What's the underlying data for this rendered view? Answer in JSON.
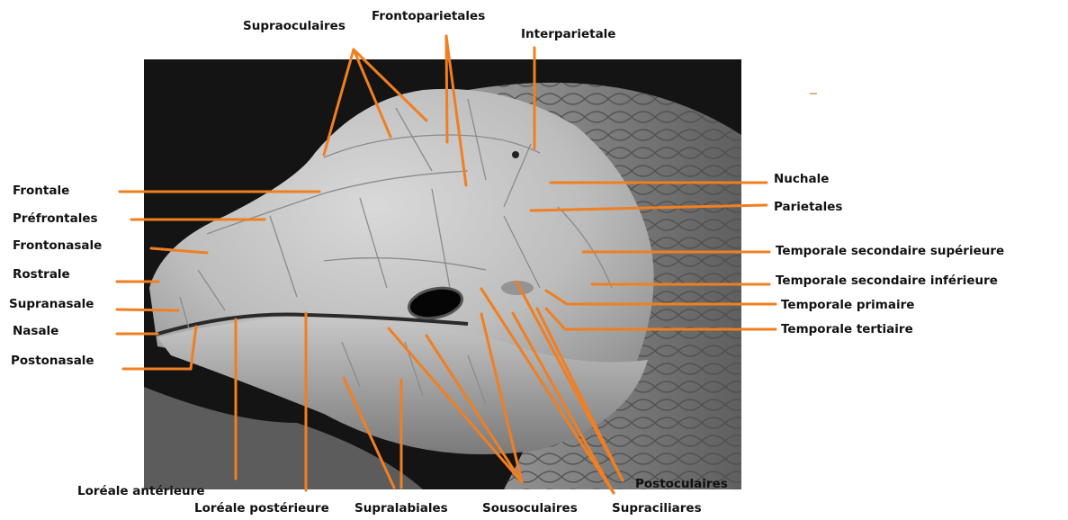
{
  "colors": {
    "leader": "#F07F22",
    "text": "#111111",
    "photo_bg": "#111111"
  },
  "labels": {
    "supraoculaires": "Supraoculaires",
    "frontoparietales": "Frontoparietales",
    "interparietale": "Interparietale",
    "frontale": "Frontale",
    "prefrontales": "Préfrontales",
    "frontonasale": "Frontonasale",
    "rostrale": "Rostrale",
    "supranasale": "Supranasale",
    "nasale": "Nasale",
    "postonasale": "Postonasale",
    "nuchale": "Nuchale",
    "parietales": "Parietales",
    "temporale_sec_sup": "Temporale secondaire supérieure",
    "temporale_sec_inf": "Temporale secondaire inférieure",
    "temporale_primaire": "Temporale primaire",
    "temporale_tertiaire": "Temporale tertiaire",
    "loreale_anterieure": "Loréale antérieure",
    "loreale_posterieure": "Loréale postérieure",
    "supralabiales": "Supralabiales",
    "sousoculaires": "Sousoculaires",
    "supraciliares": "Supraciliares",
    "postoculaires": "Postoculaires"
  }
}
